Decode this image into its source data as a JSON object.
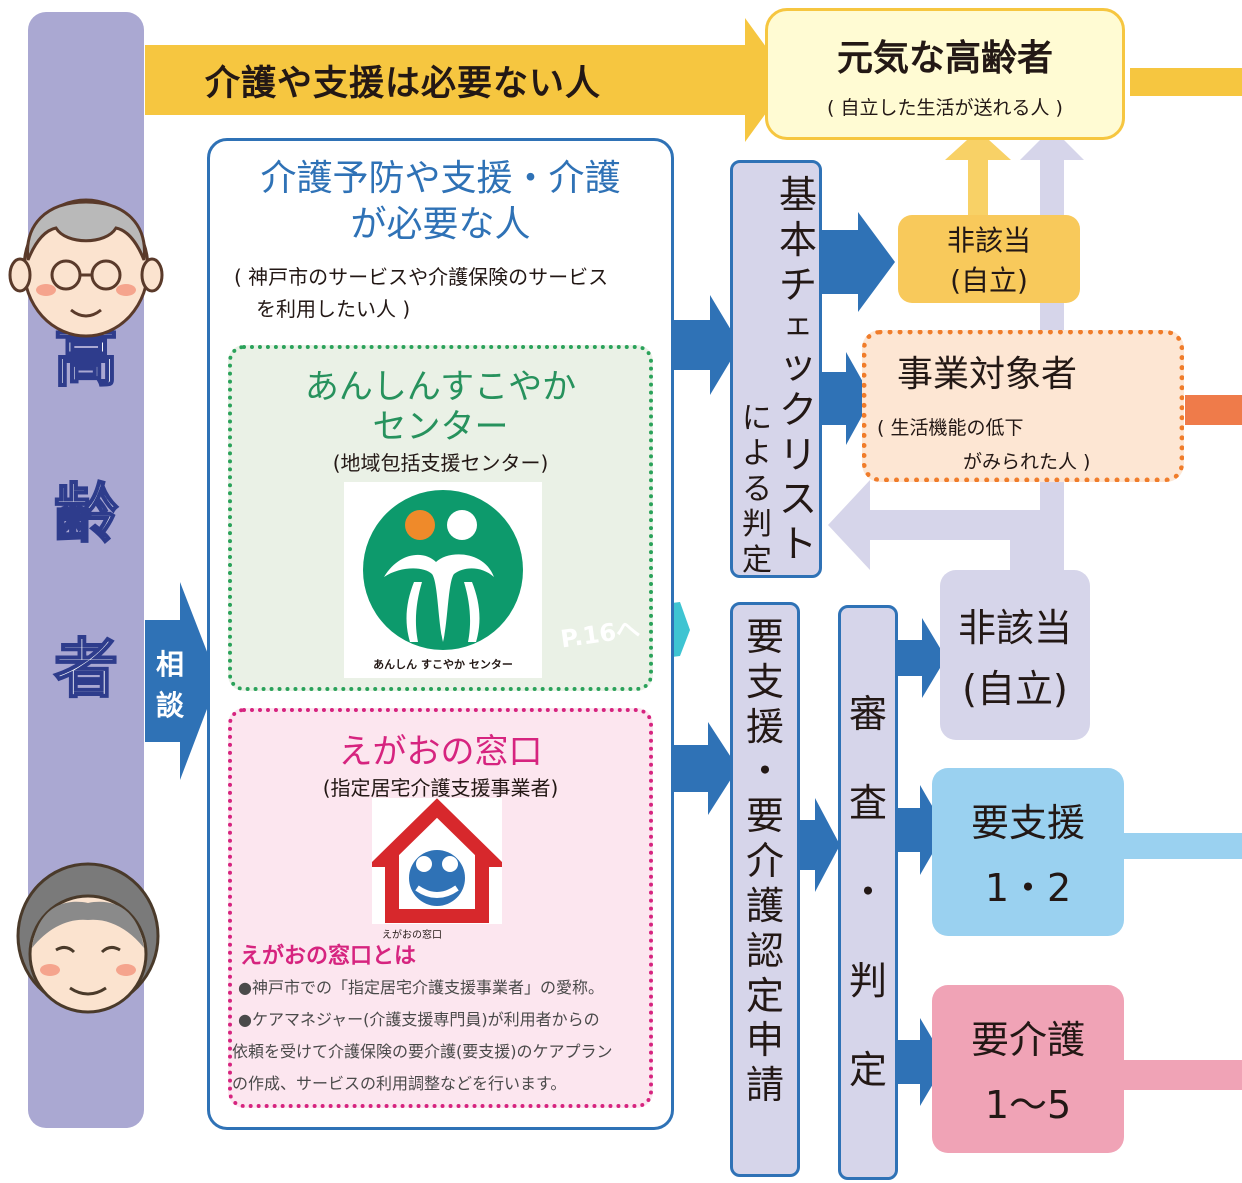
{
  "elder_bar": {
    "chars": [
      "高",
      "齢",
      "者"
    ]
  },
  "consult": {
    "chars": [
      "相",
      "談"
    ]
  },
  "top_band": {
    "label": "介護や支援は必要ない人"
  },
  "healthy": {
    "title": "元気な高齢者",
    "sub": "( 自立した生活が送れる人 )"
  },
  "need_box": {
    "title_line1": "介護予防や支援・介護",
    "title_line2": "が必要な人",
    "desc_line1": "( 神戸市のサービスや介護保険のサービス",
    "desc_line2": "を利用したい人 )"
  },
  "anshin": {
    "title_line1": "あんしんすこやか",
    "title_line2": "センター",
    "sub": "(地域包括支援センター)",
    "logo_caption": "あんしん すこやか センター"
  },
  "page_ref": {
    "label": "P.16へ"
  },
  "egao": {
    "title": "えがおの窓口",
    "sub": "(指定居宅介護支援事業者)",
    "about_ruby": "えがおの窓口",
    "about_title": "えがおの窓口とは",
    "bullet1": "●神戸市での「指定居宅介護支援事業者」の愛称。",
    "bullet2_line1": "●ケアマネジャー(介護支援専門員)が利用者からの",
    "bullet2_line2": "依頼を受けて介護保険の要介護(要支援)のケアプラン",
    "bullet2_line3": "の作成、サービスの利用調整などを行います。"
  },
  "checklist": {
    "main": [
      "基",
      "本",
      "チ",
      "ェ",
      "ッ",
      "ク",
      "リ",
      "ス",
      "ト"
    ],
    "side": [
      "に",
      "よ",
      "る",
      "判",
      "定"
    ]
  },
  "application": {
    "chars": [
      "要",
      "支",
      "援",
      "・",
      "要",
      "介",
      "護",
      "認",
      "定",
      "申",
      "請"
    ]
  },
  "review": {
    "chars": [
      "審",
      "査",
      "・",
      "判",
      "定"
    ]
  },
  "nongai_small": {
    "line1": "非該当",
    "line2": "(自立)"
  },
  "jigyo": {
    "title": "事業対象者",
    "sub1": "( 生活機能の低下",
    "sub2": "がみられた人 )"
  },
  "nongai_big": {
    "line1": "非該当",
    "line2": "(自立)"
  },
  "yoshien": {
    "line1": "要支援",
    "line2": "1・2"
  },
  "yokaigo": {
    "line1": "要介護",
    "line2": "1〜5"
  },
  "colors": {
    "lavender": "#aaa8d2",
    "blue_arrow": "#2f72b6",
    "yellow": "#f6c640",
    "pale_yellow": "#fffbd3",
    "green_text": "#27925d",
    "magenta": "#d6247f",
    "orange": "#f08a43",
    "light_blue": "#9ad1f0",
    "pink": "#f0a3b6",
    "teal": "#3ec4d2"
  }
}
